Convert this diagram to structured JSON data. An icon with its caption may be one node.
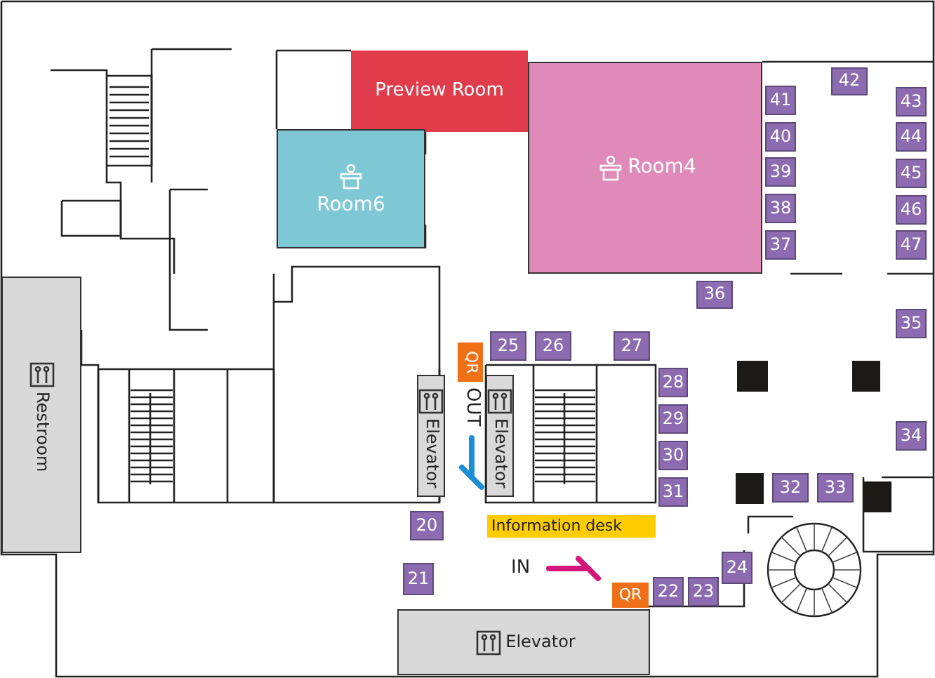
{
  "diagram": {
    "nodes": [
      {
        "text": [
          "Preview Room"
        ]
      },
      {
        "text": [
          "Room4"
        ]
      },
      {
        "text": [
          "42"
        ]
      },
      {
        "text": [
          "41"
        ]
      },
      {
        "text": [
          "43"
        ]
      },
      {
        "text": [
          "40"
        ]
      },
      {
        "text": [
          "44"
        ]
      },
      {
        "text": [
          "Room6"
        ]
      },
      {
        "text": [
          "39"
        ]
      },
      {
        "text": [
          "45"
        ]
      },
      {
        "text": [
          "38"
        ]
      },
      {
        "text": [
          "46"
        ]
      },
      {
        "text": [
          "37"
        ]
      },
      {
        "text": [
          "47"
        ]
      },
      {
        "text": [
          "Restroom"
        ]
      },
      {
        "text": [
          "36"
        ]
      },
      {
        "text": [
          "35"
        ]
      },
      {
        "text": [
          "25"
        ]
      },
      {
        "text": [
          "26"
        ]
      },
      {
        "text": [
          "27"
        ]
      },
      {
        "text": [
          "QR"
        ]
      },
      {
        "text": [
          "Elevator"
        ]
      },
      {
        "text": [
          "Elevator"
        ]
      },
      {
        "text": [
          "28"
        ]
      },
      {
        "text": [
          "29"
        ]
      },
      {
        "text": [
          "30"
        ]
      },
      {
        "text": [
          "34"
        ]
      },
      {
        "text": [
          "31"
        ]
      },
      {
        "text": [
          "32"
        ]
      },
      {
        "text": [
          "33"
        ]
      },
      {
        "text": [
          "20"
        ]
      },
      {
        "text": [
          "Information desk"
        ]
      },
      {
        "text": [
          "24"
        ]
      },
      {
        "text": [
          "21"
        ]
      },
      {
        "text": [
          "QR"
        ]
      },
      {
        "text": [
          "22"
        ]
      },
      {
        "text": [
          "23"
        ]
      },
      {
        "text": [
          "Elevator"
        ]
      }
    ],
    "labels": [
      "OUT",
      "IN"
    ]
  }
}
